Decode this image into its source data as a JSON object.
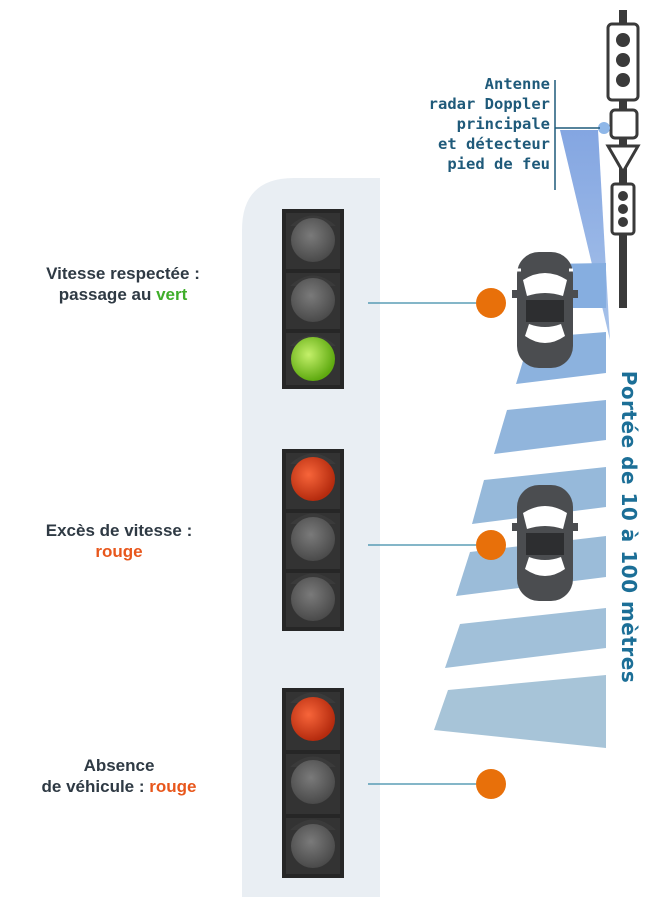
{
  "labels": {
    "speed_ok_line1": "Vitesse respectée :",
    "speed_ok_line2_prefix": "passage au ",
    "speed_ok_color_word": "vert",
    "speeding_line1": "Excès de vitesse :",
    "speeding_color_word": "rouge",
    "absence_line1": "Absence",
    "absence_line2_prefix": "de véhicule : ",
    "absence_color_word": "rouge"
  },
  "antenna": {
    "line1": "Antenne",
    "line2": "radar Doppler",
    "line3": "principale",
    "line4": "et détecteur",
    "line5": "pied de feu"
  },
  "range_label": "Portée de 10 à 100 mètres",
  "colors": {
    "green_light": "#7ed321",
    "red_light": "#e8461e",
    "accent_orange": "#e8700a",
    "panel_bg": "#e9eef3",
    "beam_blue": "#8fb4dc",
    "text_green": "#3fae2a",
    "text_red": "#e8571c",
    "text_blue": "#1c6f97"
  }
}
